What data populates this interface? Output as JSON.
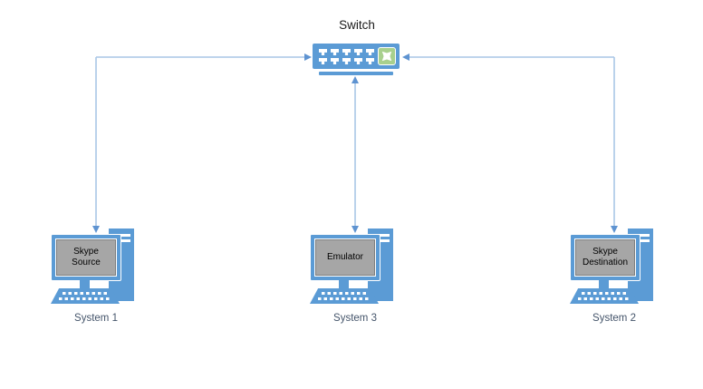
{
  "diagram": {
    "title": "Switch",
    "switch": {
      "label": "Switch",
      "port_count": 10,
      "module_icon": "crossover-arrows-icon"
    },
    "systems": [
      {
        "screen_label": "Skype Source",
        "caption": "System 1"
      },
      {
        "screen_label": "Emulator",
        "caption": "System 3"
      },
      {
        "screen_label": "Skype Destination",
        "caption": "System 2"
      }
    ],
    "colors": {
      "device_blue": "#5B9BD5",
      "line_blue": "#A9C6E6",
      "arrow_blue": "#5E93D1",
      "screen_gray": "#A6A6A6",
      "screen_border": "#7F7F7F",
      "module_green": "#A8D08D",
      "caption_color": "#44546A",
      "title_color": "#1A1A1A"
    }
  }
}
